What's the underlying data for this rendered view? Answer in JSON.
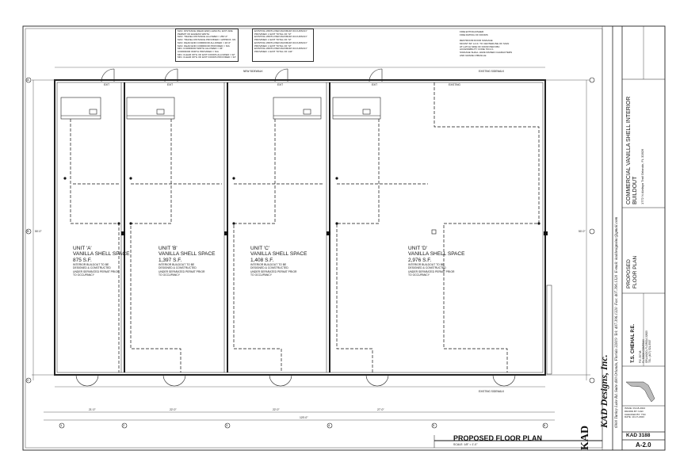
{
  "sheet": {
    "title": "PROPOSED FLOOR PLAN",
    "scale": "SCALE: 1/8\" = 1'-0\"",
    "sheet_number": "A-2.0",
    "project_number": "KAD 3188"
  },
  "units": [
    {
      "name": "UNIT 'A'",
      "type": "VANILLA SHELL SPACE",
      "area": "875 S.F.",
      "note": [
        "INTERIOR BUILDOUT TO BE",
        "DESIGNED & CONSTRUCTED",
        "UNDER SEPARATED PERMIT PRIOR",
        "TO OCCUPANCY"
      ]
    },
    {
      "name": "UNIT 'B'",
      "type": "VANILLA SHELL SPACE",
      "area": "1,397 S.F.",
      "note": [
        "INTERIOR BUILDOUT TO BE",
        "DESIGNED & CONSTRUCTED",
        "UNDER SEPARATED PERMIT PRIOR",
        "TO OCCUPANCY"
      ]
    },
    {
      "name": "UNIT 'C'",
      "type": "VANILLA SHELL SPACE",
      "area": "1,408 S.F.",
      "note": [
        "INTERIOR BUILDOUT TO BE",
        "DESIGNED & CONSTRUCTED",
        "UNDER SEPARATED PERMIT PRIOR",
        "TO OCCUPANCY"
      ]
    },
    {
      "name": "UNIT 'D'",
      "type": "VANILLA SHELL SPACE",
      "area": "2,976 S.F.",
      "note": [
        "INTERIOR BUILDOUT TO BE",
        "DESIGNED & CONSTRUCTED",
        "UNDER SEPARATED PERMIT PRIOR",
        "TO OCCUPANCY"
      ]
    }
  ],
  "notes": {
    "egress_box": [
      "MAX. DISTANCE (DEAD END) LENGTH, EXIT ARE",
      "PERMIT OF EGRESS WIDTH",
      "MAX. TRAVEL DISTANCE ALLOWED = 250'-0\"",
      "MAX. TRAVEL DISTANCE PROVIDED = APPROX. 90'-0\"",
      "MAX. DEAD END CORRIDOR ALLOWED = 20'-0\"",
      "MAX. DEAD END CORRIDOR PROVIDED = N/A",
      "MIN. CORRIDOR WIDTH ALLOWED = 36\"",
      "CORRIDOR WIDTH PROVIDED = N/A",
      "MIN. CLEAR OP'G OF EXIT DOORS ALLOWED = 32\"",
      "MIN. CLEAR OP'G OF EXIT DOORS PROVIDED = 34\""
    ],
    "exits_box": [
      "EXISTING WIDTH PER MAXIMUM OCCUPANCY",
      "PROVIDED: 2 EXIT TOTAL OF 72\"",
      "EXISTING WIDTH PER MAXIMUM OCCUPANCY",
      "PROVIDED: 2 EXIT TOTAL OF 72\"",
      "EXISTING WIDTH PER MAXIMUM OCCUPANCY",
      "PROVIDED: 2 EXIT TOTAL OF 72\"",
      "EXISTING WIDTH PER MAXIMUM OCCUPANCY",
      "PROVIDED: 4 EXIT TOTAL OF 144\""
    ],
    "legend": [
      "FIRE EXTINGUISHER",
      "FIRE RATING OF DOORS"
    ],
    "accessibility": [
      "RESTROOM DOOR SIGNAGE",
      "MOUNT 60\" A.F.F. TO CENTERLINE OF SIGN",
      "AT LATCH SIDE OF DOOR PER FBC",
      "ACCESSIBILITY CODE 703.4.1",
      "SIGNAGE SHALL HAVE RAISED CHARACTERS",
      "AND GRADE 2 BRAILLE"
    ]
  },
  "dimensions": {
    "bottom": [
      "21'-0\"",
      "22'-0\"",
      "22'-0\"",
      "27'-0\"",
      "120'-0\""
    ],
    "right_side": "50'-0\"",
    "left_side": "50'-0\""
  },
  "grid_marks": [
    "1",
    "2",
    "3",
    "4",
    "5",
    "6",
    "A",
    "B",
    "C"
  ],
  "labels": {
    "new_sidewalk": "NEW SIDEWALK",
    "existing_sidewalk": "EXISTING SIDEWALK",
    "exit": "EXIT",
    "existing": "EXISTING"
  },
  "title_block": {
    "firm": "KAD Designs, Inc.",
    "address": "6900 Turkey Lake Rd. Suite 400 Orlando, Florida 32819",
    "phone": "Tel: 407.396.1320",
    "fax": "Fax: 407.396.1320",
    "email": "E-mail: kaddesignsinc@gmail.com",
    "project_title": "COMMERCIAL VANILLA SHELL INTERIOR BUILDOUT",
    "project_address": "1772 N Alafaya Trail Orlando, FL 32826",
    "drawing_title": "PROPOSED FLOOR PLAN",
    "engineer": "T.S. CHEHAL P.E.",
    "engineer_info": [
      "P.E. 39748",
      "FL 32826 COMPANY",
      "ORLANDO, FLORIDA 32825",
      "TEL: (407) 521-5507"
    ],
    "date_rows": [
      "ISSUE: 03-18-2024",
      "DRAWN BY: KAD",
      "CHECKED BY: TSC",
      "DATE: 10-17-2023"
    ]
  }
}
